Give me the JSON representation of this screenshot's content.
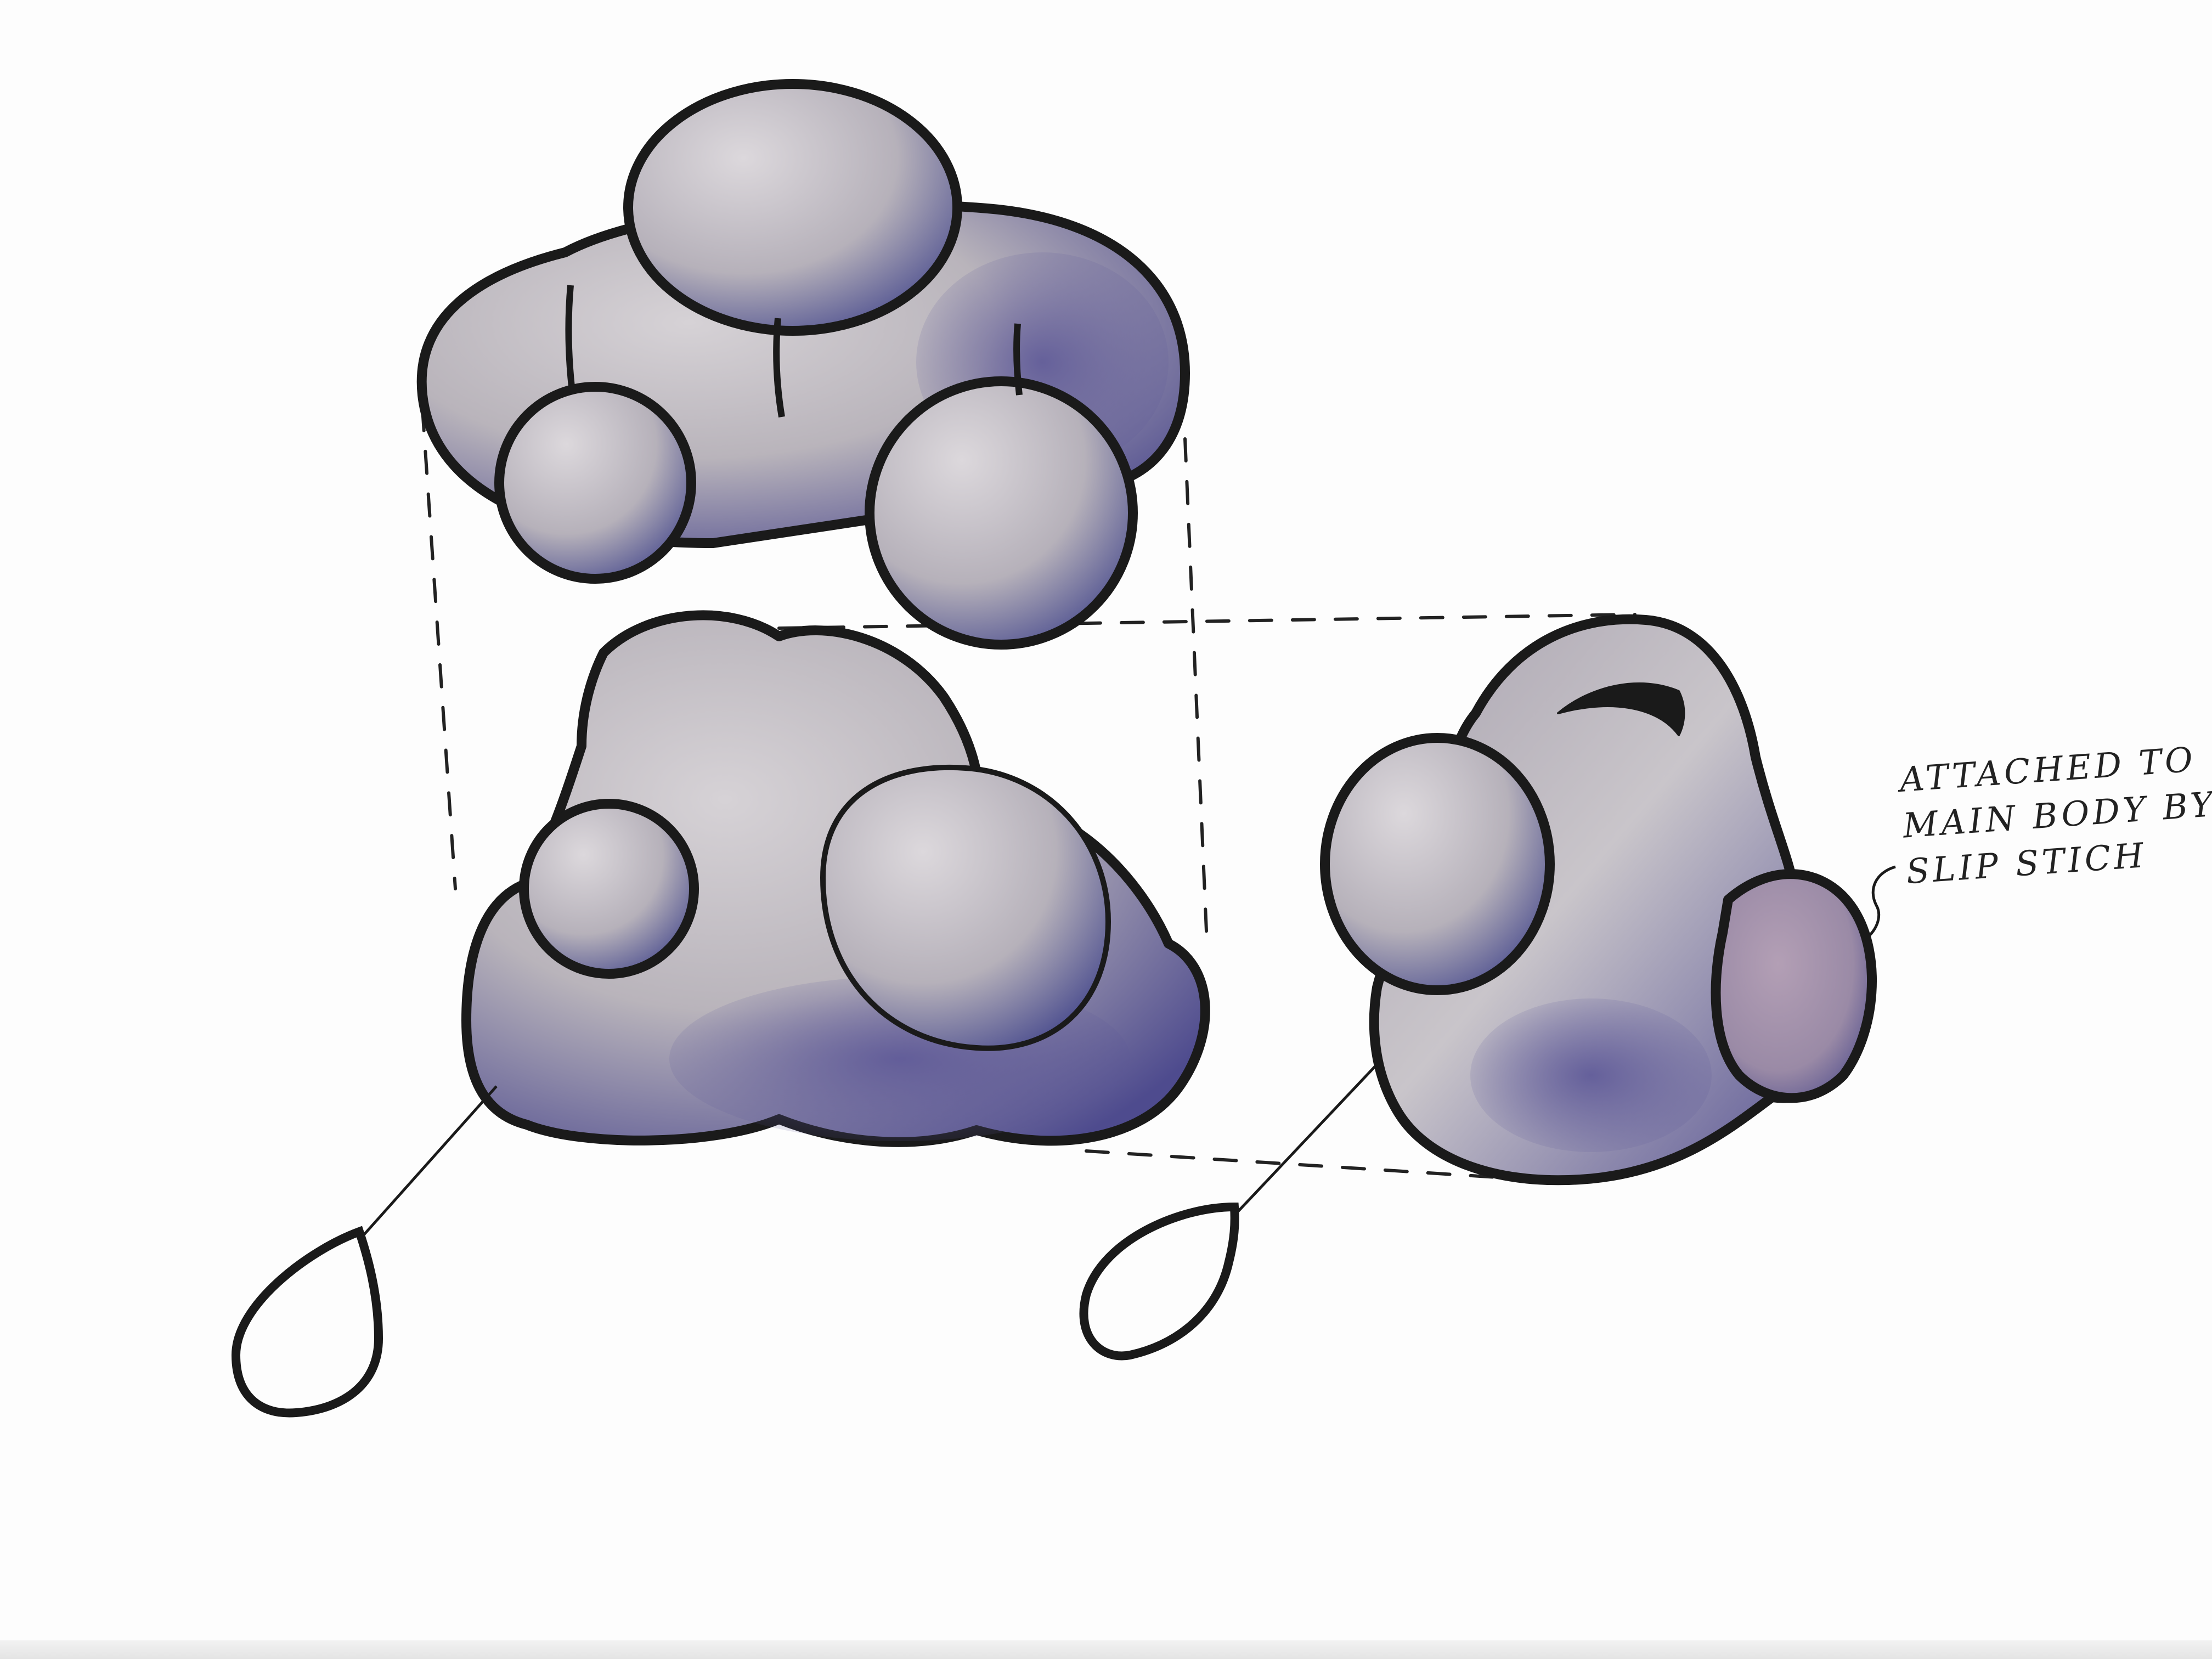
{
  "title": "",
  "annotation": {
    "line1": "ATTACHED TO",
    "line2": "MAIN BODY BY",
    "line3": "SLIP STICH"
  },
  "colors": {
    "outline": "#1a1a1a",
    "body_gray": "#b9b4bb",
    "light_gray": "#cfcbd0",
    "shade_purple": "#5a5596",
    "deep_blue": "#3c3f88",
    "dashed_guide": "#222222"
  },
  "views": [
    "top-view",
    "front-view",
    "side-view"
  ]
}
